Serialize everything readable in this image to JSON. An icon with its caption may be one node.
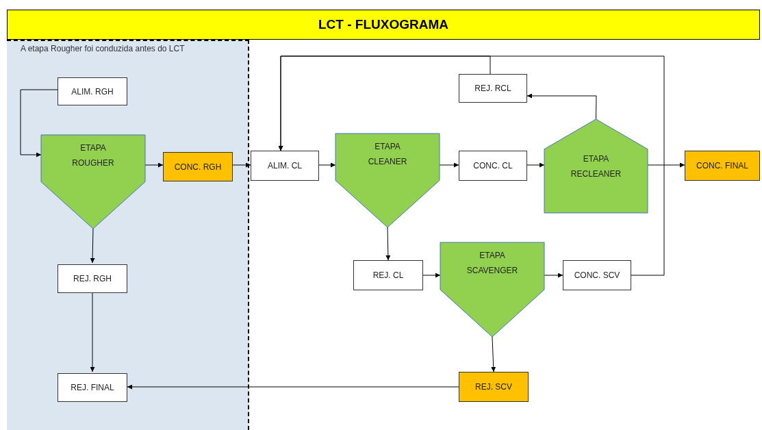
{
  "diagram": {
    "title": "LCT - FLUXOGRAMA",
    "nodes": [
      {
        "text": [
          "A etapa Rougher foi conduzida antes do LCT"
        ]
      },
      {
        "text": [
          "ALIM. RGH"
        ],
        "in": 0
      },
      {
        "text": [
          "ETAPA ROUGHER"
        ],
        "in": 0
      },
      {
        "text": [
          "CONC. RGH"
        ],
        "in": 0
      },
      {
        "text": [
          "REJ. RGH"
        ],
        "in": 0
      },
      {
        "text": [
          "REJ. FINAL"
        ],
        "in": 0
      },
      {
        "text": [
          "ALIM. CL"
        ]
      },
      {
        "text": [
          "ETAPA CLEANER"
        ]
      },
      {
        "text": [
          "CONC. CL"
        ]
      },
      {
        "text": [
          "ETAPA RECLEANER"
        ]
      },
      {
        "text": [
          "REJ. RCL"
        ]
      },
      {
        "text": [
          "CONC. FINAL"
        ]
      },
      {
        "text": [
          "REJ. CL"
        ]
      },
      {
        "text": [
          "ETAPA SCAVENGER"
        ]
      },
      {
        "text": [
          "CONC. SCV"
        ]
      },
      {
        "text": [
          "REJ. SCV"
        ]
      }
    ],
    "edges": [
      {
        "from": 1,
        "to": 2,
        "arrow": "to"
      },
      {
        "from": 2,
        "to": 3,
        "arrow": "to"
      },
      {
        "from": 3,
        "to": 6,
        "arrow": "to"
      },
      {
        "from": 2,
        "to": 4,
        "arrow": "to"
      },
      {
        "from": 4,
        "to": 5,
        "arrow": "to"
      },
      {
        "from": 6,
        "to": 7,
        "arrow": "to"
      },
      {
        "from": 7,
        "to": 8,
        "arrow": "to"
      },
      {
        "from": 8,
        "to": 9,
        "arrow": "to"
      },
      {
        "from": 9,
        "to": 10,
        "arrow": "to"
      },
      {
        "from": 9,
        "to": 11,
        "arrow": "to"
      },
      {
        "from": 10,
        "to": 6,
        "arrow": "to"
      },
      {
        "from": 14,
        "to": 6,
        "arrow": "to"
      },
      {
        "from": 7,
        "to": 12,
        "arrow": "to"
      },
      {
        "from": 12,
        "to": 13,
        "arrow": "to"
      },
      {
        "from": 13,
        "to": 14,
        "arrow": "to"
      },
      {
        "from": 13,
        "to": 15,
        "arrow": "to"
      },
      {
        "from": 15,
        "to": 5,
        "arrow": "to"
      }
    ]
  }
}
